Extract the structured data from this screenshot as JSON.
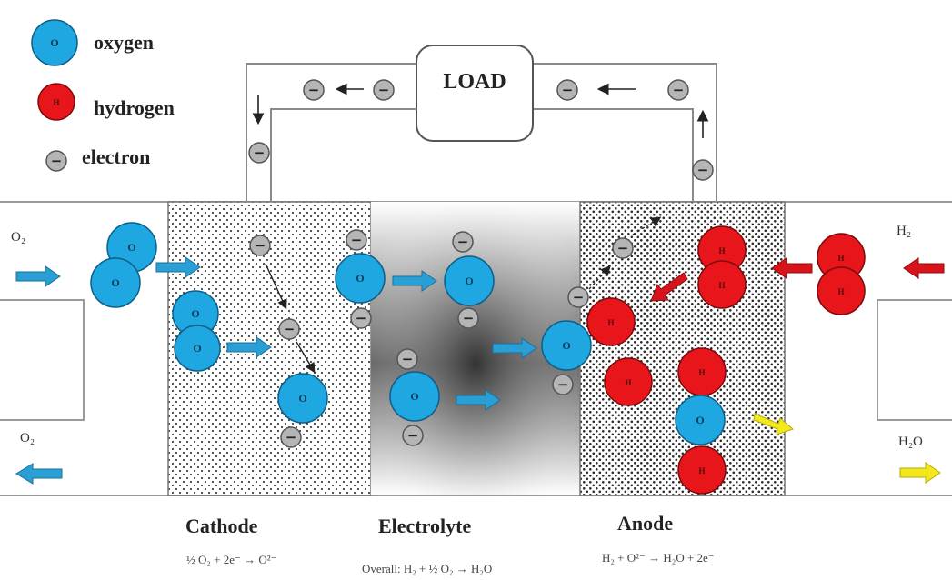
{
  "legend": {
    "oxygen_label": "oxygen",
    "hydrogen_label": "hydrogen",
    "electron_label": "electron"
  },
  "load_label": "LOAD",
  "atom_labels": {
    "oxygen": "O",
    "hydrogen": "H"
  },
  "electron_symbol": "−",
  "streams": {
    "left_in": "O₂",
    "left_out": "O₂",
    "right_in": "H₂",
    "right_out": "H₂O"
  },
  "sections": {
    "cathode": {
      "name": "Cathode",
      "reaction": "½ O₂ + 2e⁻ → O²⁻"
    },
    "electrolyte": {
      "name": "Electrolyte",
      "reaction": "Overall: H₂ + ½ O₂ → H₂O"
    },
    "anode": {
      "name": "Anode",
      "reaction": "H₂ + O²⁻ → H₂O + 2e⁻"
    }
  },
  "colors": {
    "oxygen": "#1ea7e1",
    "hydrogen": "#e8161b",
    "electron": "#b5b5b5",
    "blue_arrow": "#2a9fd6",
    "red_arrow": "#d8141a",
    "yellow_arrow": "#f2e81a"
  }
}
